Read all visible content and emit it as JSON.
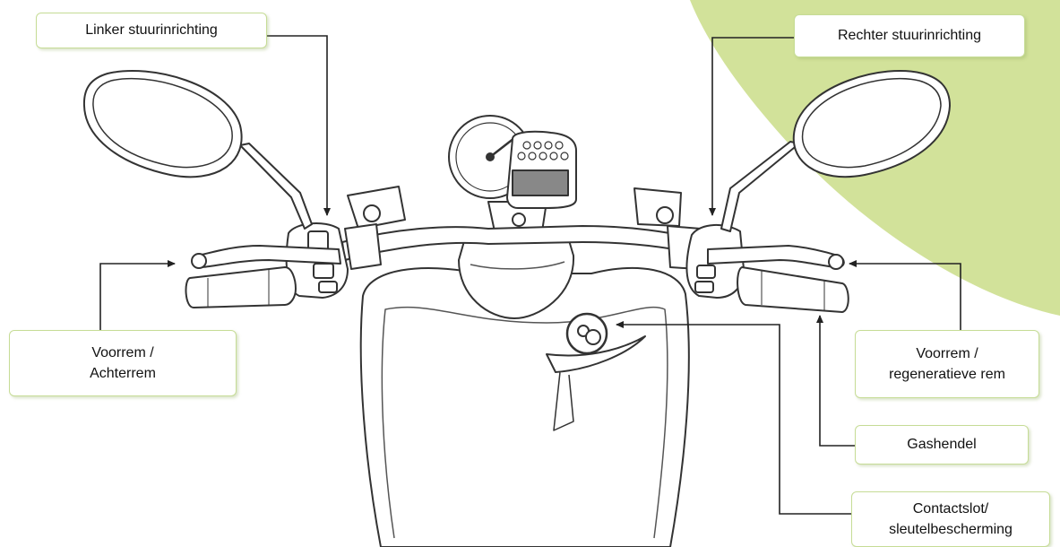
{
  "colors": {
    "accent_green": "#d2e29a",
    "label_border": "#c6dc96",
    "line": "#222222",
    "drawing_stroke": "#333333"
  },
  "labels": {
    "left_switch": {
      "lines": [
        "Linker stuurinrichting"
      ]
    },
    "right_switch": {
      "lines": [
        "Rechter stuurinrichting"
      ]
    },
    "left_brake": {
      "lines": [
        "Voorrem /",
        "Achterrem"
      ]
    },
    "right_brake": {
      "lines": [
        "Voorrem /",
        "regeneratieve rem"
      ]
    },
    "throttle": {
      "lines": [
        "Gashendel"
      ]
    },
    "ignition": {
      "lines": [
        "Contactslot/",
        "sleutelbescherming"
      ]
    }
  }
}
